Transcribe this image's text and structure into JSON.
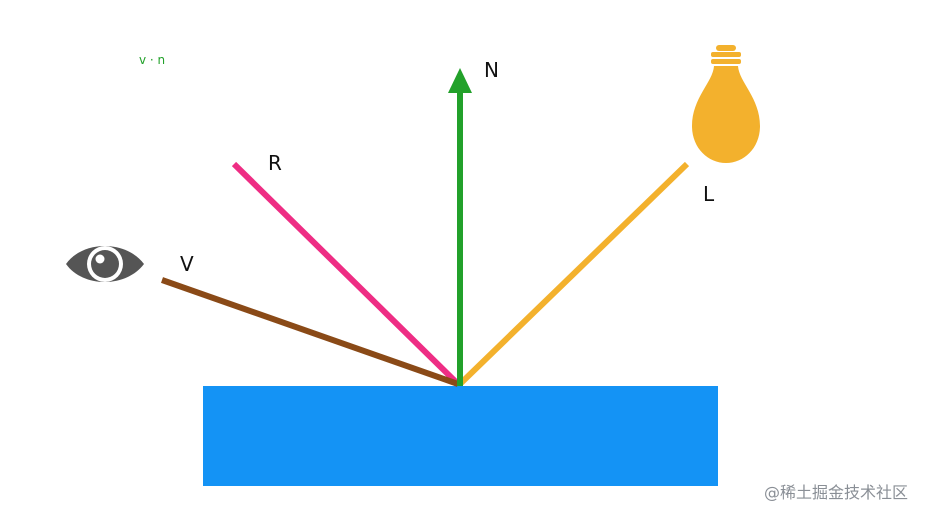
{
  "formula": "v · n",
  "vectors": {
    "normal": {
      "label": "N",
      "color": "#22a12a"
    },
    "reflection": {
      "label": "R",
      "color": "#ee2d84"
    },
    "view": {
      "label": "V",
      "color": "#8a4a17"
    },
    "light": {
      "label": "L",
      "color": "#f3b12d"
    }
  },
  "surface": {
    "color": "#1493f5"
  },
  "icons": {
    "eye": {
      "name": "eye-icon",
      "color": "#555555"
    },
    "bulb": {
      "name": "light-bulb-icon",
      "color": "#f3b12d"
    }
  },
  "watermark": "@稀土掘金技术社区"
}
